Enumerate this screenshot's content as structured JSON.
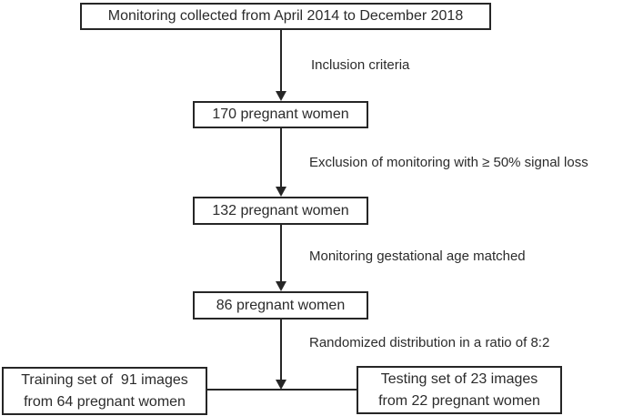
{
  "figure": {
    "type": "flowchart",
    "colors": {
      "background": "#ffffff",
      "line": "#262626",
      "text": "#2b2b2b"
    },
    "nodes": {
      "source": {
        "label": "Monitoring collected from April 2014 to December 2018"
      },
      "included": {
        "label": "170 pregnant women"
      },
      "after_exclusion": {
        "label": "132 pregnant women"
      },
      "matched": {
        "label": "86 pregnant women"
      },
      "training": {
        "lines": [
          "Training set of  91 images",
          "from 64 pregnant women"
        ]
      },
      "testing": {
        "lines": [
          "Testing set of 23 images",
          "from 22 pregnant women"
        ]
      }
    },
    "edges": [
      {
        "label": "Inclusion criteria"
      },
      {
        "label": "Exclusion of monitoring with ≥ 50% signal loss"
      },
      {
        "label": "Monitoring gestational age matched"
      },
      {
        "label": "Randomized distribution in a ratio of 8:2"
      }
    ]
  }
}
